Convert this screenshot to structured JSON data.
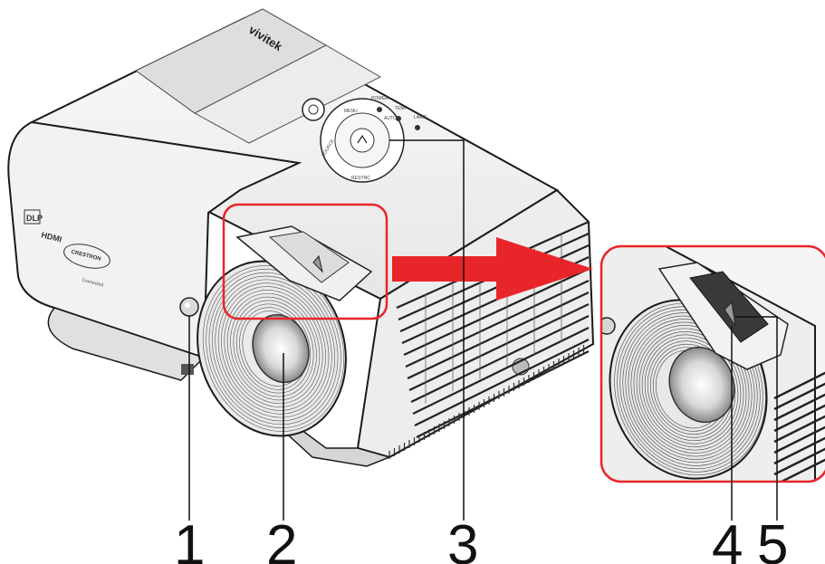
{
  "brand": "vivitek",
  "logos": {
    "dlp": "DLP",
    "hdmi": "HDMI",
    "crestron": "CRESTRON",
    "crestron_sub": "Connected"
  },
  "keypad_labels": [
    "MENU",
    "SOURCE",
    "AUTO",
    "RESYNC"
  ],
  "indicator_labels": [
    "POWER",
    "TEMP",
    "LAMP"
  ],
  "callouts": [
    {
      "number": "1",
      "target": "ir-receiver"
    },
    {
      "number": "2",
      "target": "lens"
    },
    {
      "number": "3",
      "target": "keypad"
    },
    {
      "number": "4",
      "target": "focus-ring"
    },
    {
      "number": "5",
      "target": "zoom-lever"
    }
  ],
  "colors": {
    "highlight": "#e8262a",
    "arrow": "#e8262a",
    "body": "#f4f4f4",
    "outline": "#1a1a1a"
  }
}
